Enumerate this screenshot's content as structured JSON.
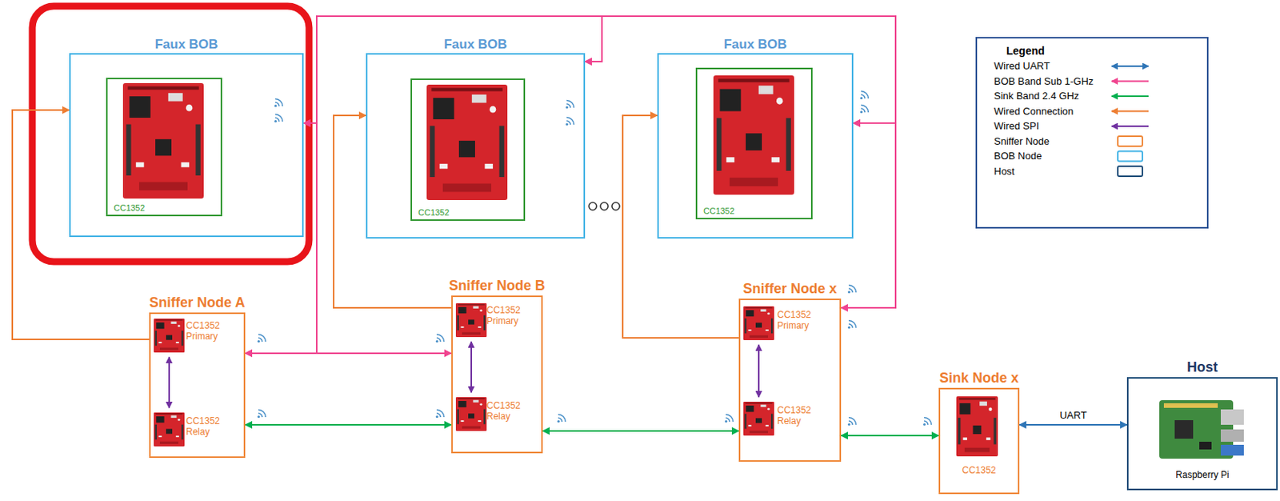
{
  "diagram": {
    "nodes": [
      {
        "text": [
          "Faux BOB"
        ]
      },
      {
        "text": [
          "CC1352"
        ],
        "in": 0
      },
      {
        "text": [
          "Faux BOB"
        ]
      },
      {
        "text": [
          "CC1352"
        ],
        "in": 2
      },
      {
        "text": [
          "Faux BOB"
        ]
      },
      {
        "text": [
          "CC1352"
        ],
        "in": 4
      },
      {
        "text": [
          "Sniffer Node A",
          "CC1352 Primary",
          "CC1352 Relay"
        ]
      },
      {
        "text": [
          "Sniffer Node B",
          "CC1352 Primary",
          "CC1352 Relay"
        ]
      },
      {
        "text": [
          "Sniffer Node x",
          "CC1352 Primary",
          "CC1352 Relay"
        ]
      },
      {
        "text": [
          "Sink Node x",
          "CC1352"
        ]
      },
      {
        "text": [
          "Host",
          "Raspberry Pi"
        ]
      }
    ],
    "edges": [
      {
        "from": 6,
        "to": 0,
        "arrow": "to"
      },
      {
        "from": 7,
        "to": 2,
        "arrow": "to"
      },
      {
        "from": 8,
        "to": 4,
        "arrow": "to"
      },
      {
        "from": 0,
        "to": 6,
        "arrow": "both"
      },
      {
        "from": 6,
        "to": 7,
        "arrow": "both"
      },
      {
        "from": 0,
        "to": 2,
        "arrow": "both"
      },
      {
        "from": 2,
        "to": 4,
        "arrow": "both"
      },
      {
        "from": 4,
        "to": 8,
        "arrow": "both"
      },
      {
        "from": 6,
        "to": 7,
        "arrow": "both"
      },
      {
        "from": 7,
        "to": 8,
        "arrow": "both"
      },
      {
        "from": 8,
        "to": 9,
        "arrow": "both"
      },
      {
        "from": 9,
        "to": 10,
        "label": "UART",
        "arrow": "both"
      }
    ],
    "labels": [
      "Legend"
    ],
    "legend": [
      {
        "text": "Wired UART"
      },
      {
        "text": "BOB Band Sub 1-GHz"
      },
      {
        "text": "Sink Band 2.4 GHz"
      },
      {
        "text": "Wired Connection"
      },
      {
        "text": "Wired SPI"
      },
      {
        "text": "Sniffer Node"
      },
      {
        "text": "BOB Node"
      },
      {
        "text": "Host"
      }
    ]
  }
}
